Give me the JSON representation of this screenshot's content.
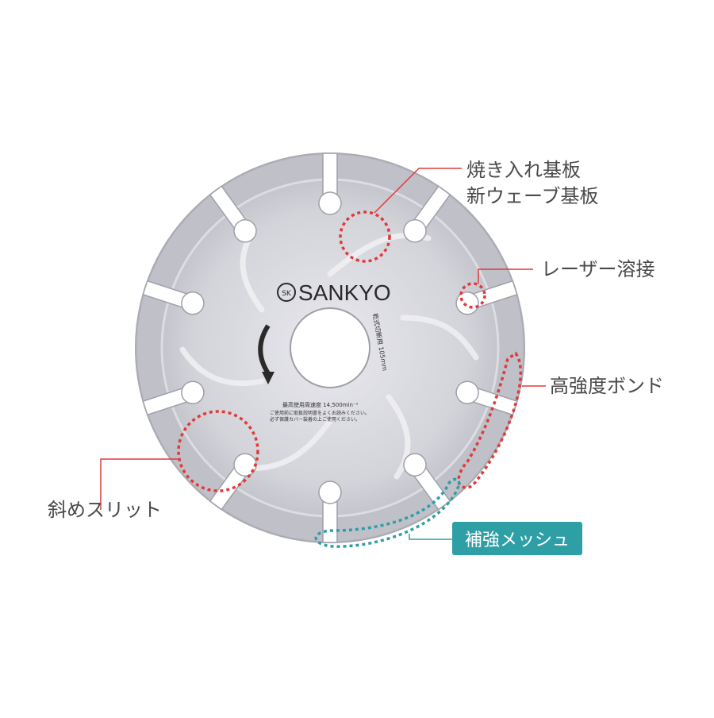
{
  "colors": {
    "red_callout": "#e03a3a",
    "teal_callout": "#2f9fa6",
    "blade": "#c9cad0",
    "text": "#4a4a4a"
  },
  "blade": {
    "brand": "SANKYO",
    "logo_text": "SK",
    "speed_line": "最高使用周速度 14,500min⁻¹",
    "caution_lines": [
      "ご使用前に取扱説明書をよくお読みください。",
      "必ず保護カバー装着の上ご使用ください。"
    ],
    "side_text": "乾式切断用 105mm"
  },
  "callouts": {
    "heat_treated": [
      "焼き入れ基板",
      "新ウェーブ基板"
    ],
    "laser": "レーザー溶接",
    "bond": "高強度ボンド",
    "slit": "斜めスリット",
    "mesh": "補強メッシュ"
  }
}
